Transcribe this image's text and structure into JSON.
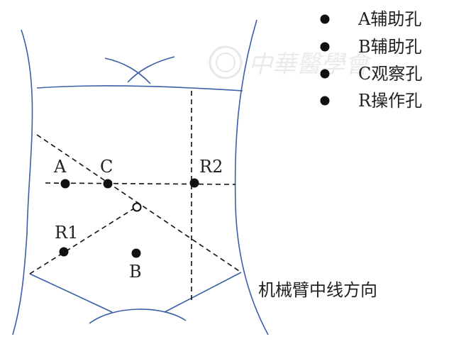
{
  "legend": [
    {
      "key": "A",
      "label": "A辅助孔"
    },
    {
      "key": "B",
      "label": "B辅助孔"
    },
    {
      "key": "C",
      "label": "C观察孔"
    },
    {
      "key": "R",
      "label": "R操作孔"
    }
  ],
  "ports": {
    "A": "A",
    "C": "C",
    "R2": "R2",
    "R1": "R1",
    "B": "B"
  },
  "arm_direction": "机械臂中线方向",
  "watermark": "中華醫學會",
  "colors": {
    "body_outline": "#3b5ea8",
    "guide_line": "#111111",
    "dot": "#111111"
  }
}
